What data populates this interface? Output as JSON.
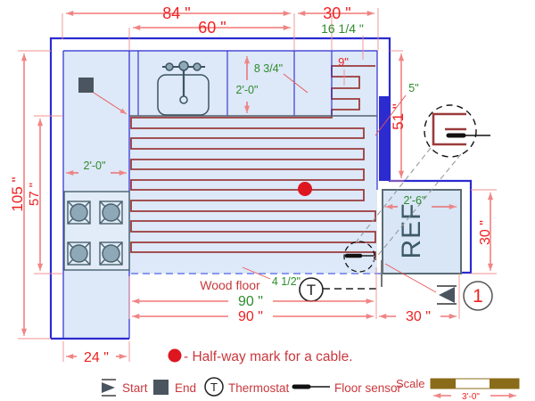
{
  "dimensions": {
    "top_total": "84 \"",
    "top_right": "30 \"",
    "sink_run": "60 \"",
    "cable_start_offset": "16 1/4 \"",
    "loop_width": "9\"",
    "wall_gap": "5\"",
    "right_height": "51 \"",
    "left_total": "105 \"",
    "left_inner": "57 \"",
    "counter_depth_left": "2'-0\"",
    "counter_depth_top": "2'-0\"",
    "loop_detail": "8 3/4\"",
    "fridge_width": "2'-6\"",
    "fridge_height": "30 \"",
    "cable_spacing": "4 1/2\"",
    "heated_width_cable": "90 \"",
    "heated_width_room": "90 \"",
    "bottom_right": "30 \"",
    "column_width": "24 \""
  },
  "labels": {
    "wood_floor": "Wood floor",
    "fridge": "REF",
    "thermostat_symbol": "T",
    "note_number": "1"
  },
  "legend": {
    "halfway": "- Half-way mark for a cable.",
    "start": "Start",
    "end": "End",
    "thermostat": "Thermostat",
    "floor_sensor": "Floor sensor"
  },
  "scale": {
    "label": "Scale",
    "value": "3'-0\""
  },
  "colors": {
    "wall_blue": "#2b2bd0",
    "cable_maroon": "#9b3b3b",
    "dim_red": "#ee2222",
    "dim_green": "#2e8b2e",
    "legend_crimson": "#c9383d",
    "floor_fill": "#dde8f8",
    "fixture_dark": "#4a5560",
    "scale_brown": "#8a6b1a"
  }
}
